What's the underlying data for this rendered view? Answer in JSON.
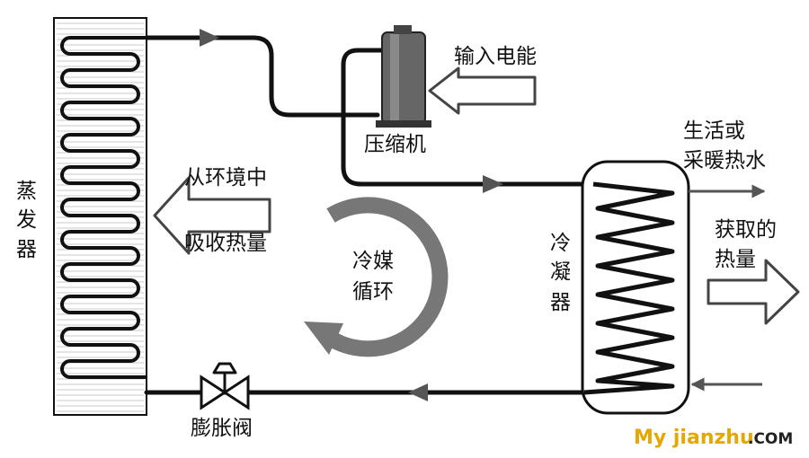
{
  "labels": {
    "evaporator": [
      "蒸",
      "发",
      "器"
    ],
    "compressor": "压缩机",
    "input_energy": "输入电能",
    "absorb_line1": "从环境中",
    "absorb_line2": "吸收热量",
    "cycle_line1": "冷媒",
    "cycle_line2": "循环",
    "condenser": [
      "冷",
      "凝",
      "器"
    ],
    "output_line1": "生活或",
    "output_line2": "采暖热水",
    "obtained_line1": "获取的",
    "obtained_line2": "热量",
    "expansion_valve": "膨胀阀"
  },
  "watermark": {
    "brand": "My jianzhu",
    "suffix": ".COM"
  },
  "colors": {
    "pipe": "#111111",
    "arrow_gray": "#555555",
    "hollow_arrow": "#444444",
    "compressor": "#606060",
    "brand": "#e4a800"
  }
}
